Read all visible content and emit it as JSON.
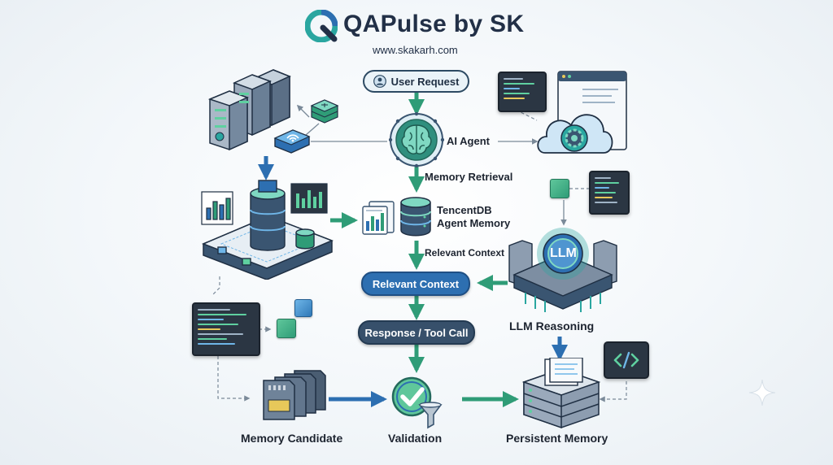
{
  "header": {
    "logo_icon": "q-letter-logo-icon",
    "title": "QAPulse by SK",
    "url": "www.skakarh.com"
  },
  "nodes": {
    "user_request": "User Request",
    "ai_agent": "AI Agent",
    "memory_retrieval": "Memory Retrieval",
    "tencentdb_line1": "TencentDB",
    "tencentdb_line2": "Agent Memory",
    "relevant_context_label": "Relevant Context",
    "relevant_context_box": "Relevant Context",
    "response_tool_call": "Response / Tool Call",
    "llm_badge": "LLM",
    "llm_reasoning": "LLM Reasoning",
    "memory_candidate": "Memory Candidate",
    "validation": "Validation",
    "persistent_memory": "Persistent Memory"
  },
  "icons": [
    "user-icon",
    "brain-icon",
    "database-icon",
    "server-rack-icon",
    "wifi-router-icon",
    "cloud-gear-icon",
    "browser-window-icon",
    "code-window-icon",
    "chip-icon",
    "memory-card-icon",
    "checkmark-icon",
    "funnel-icon",
    "document-icon",
    "cube-icon",
    "sparkle-icon"
  ],
  "colors": {
    "arrow_green": "#2f9c77",
    "arrow_blue": "#2d6fb1",
    "dark_navy": "#223047",
    "accent_teal": "#2aa6a0"
  }
}
